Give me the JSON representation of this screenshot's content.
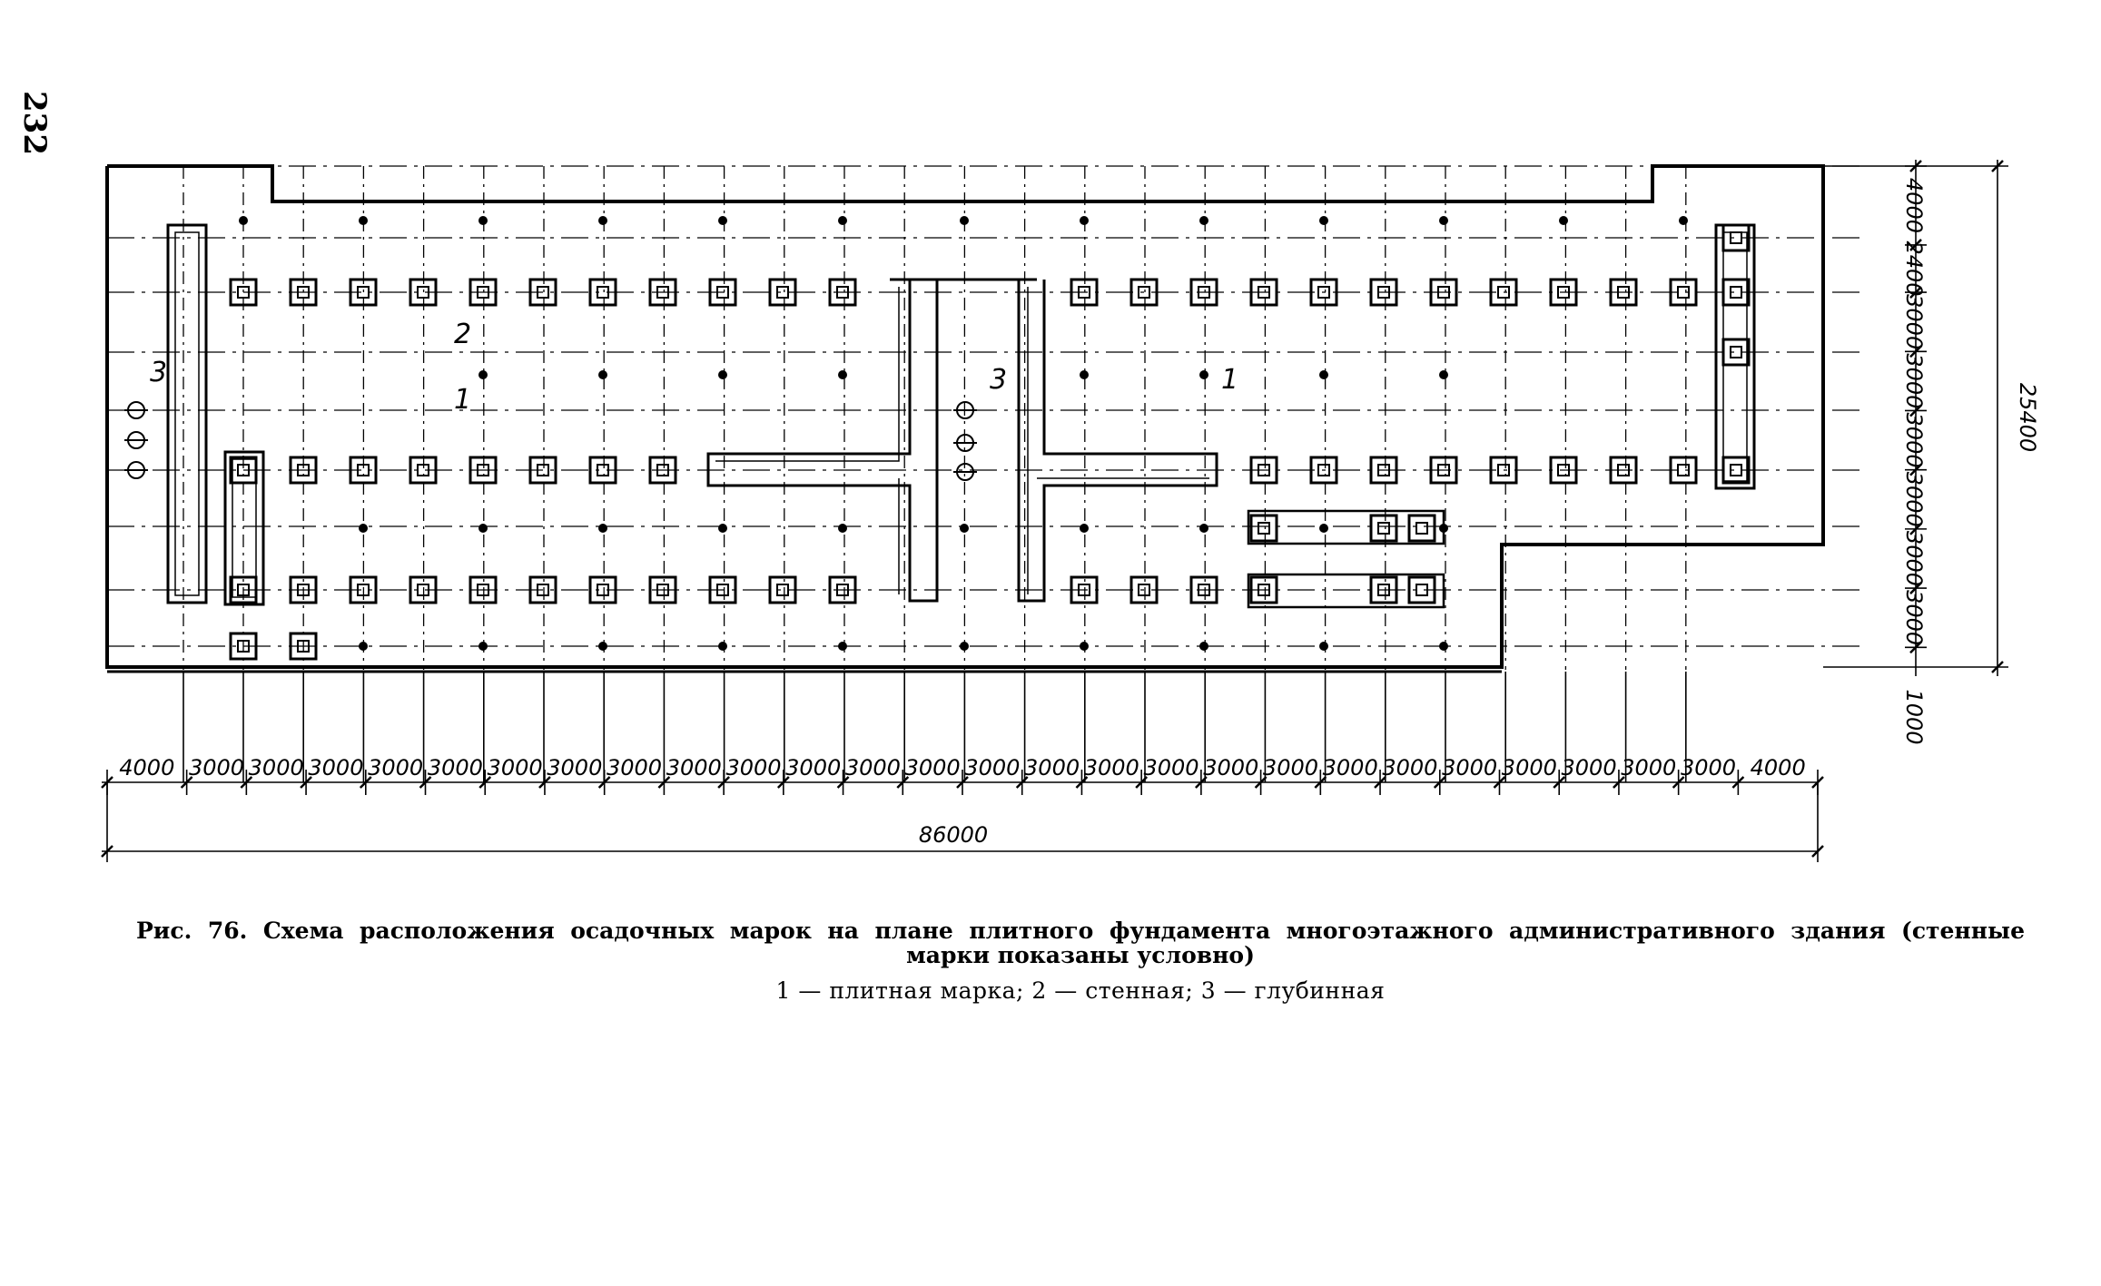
{
  "page_number": "232",
  "caption": {
    "line1": "Рис. 76. Схема расположения осадочных марок на плане плитного фундамента многоэтажного административного здания (стенные",
    "line2": "марки показаны условно)",
    "legend": "1 — плитная марка; 2 — стенная; 3 — глубинная"
  },
  "drawing": {
    "bottom_dims": [
      "4000",
      "3000",
      "3000",
      "3000",
      "3000",
      "3000",
      "3000",
      "3000",
      "3000",
      "3000",
      "3000",
      "3000",
      "3000",
      "3000",
      "3000",
      "3000",
      "3000",
      "3000",
      "3000",
      "3000",
      "3000",
      "3000",
      "3000",
      "3000",
      "3000",
      "3000",
      "3000",
      "4000"
    ],
    "total_length": "86000",
    "right_dims": [
      "4000",
      "2400",
      "3000",
      "3000",
      "3000",
      "3000",
      "3000",
      "3000"
    ],
    "total_width": "25400",
    "offset_dim": "1000",
    "marker_labels": {
      "plate": "1",
      "wall": "2",
      "deep": "3"
    }
  },
  "colors": {
    "ink": "#000000",
    "paper": "#ffffff"
  }
}
